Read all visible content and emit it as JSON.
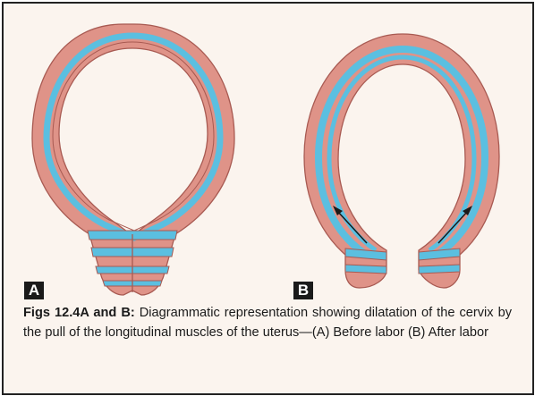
{
  "figure": {
    "panel_a_label": "A",
    "panel_b_label": "B",
    "caption_lead": "Figs 12.4A and B:",
    "caption_text": " Diagrammatic representation showing dilatation of the cervix by the pull of the longitudinal muscles of the uterus—(A) Before labor (B) After labor"
  },
  "colors": {
    "muscle": "#df9388",
    "muscle_outline": "#a85a52",
    "band": "#5bbfe0",
    "background": "#fbf4ee",
    "arrow": "#1a1a1a"
  }
}
